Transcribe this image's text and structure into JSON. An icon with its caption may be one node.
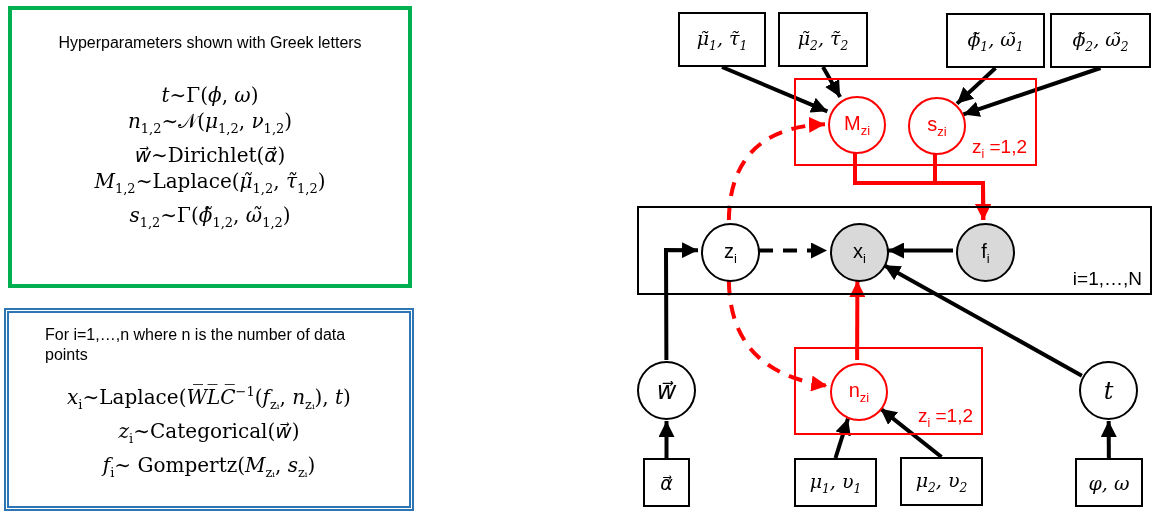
{
  "diagram": {
    "nodes": [
      {
        "text": [
          "Hyperparameters shown with Greek letters",
          "*t*∼Γ(*ϕ*, *ω*)",
          "*n*$_{1,2}$∼𝒩(*μ*$_{1,2}$, *ν*$_{1,2}$)",
          "*w⃗*∼Dirichlet(*α⃗*)",
          "*M*$_{1,2}$∼Laplace(*μ̃*$_{1,2}$, *τ̃*$_{1,2}$)",
          "*s*$_{1,2}$∼Γ(*ϕ̃*$_{1,2}$, *ω̃*$_{1,2}$)"
        ]
      },
      {
        "text": [
          "For i=1,…,n where n is the number of data points",
          "*x*$_{i}$∼Laplace(*W̅L̅C̅*$^{−1}$(*f*$_{zᵢ}$, *n*$_{zᵢ}$), *t*)",
          "*z*$_{i}$∼Categorical(*w⃗*)",
          "*f*$_{i}$∼ Gompertz(*M*$_{zᵢ}$, *s*$_{zᵢ}$)"
        ]
      },
      {
        "text": [
          "μ̃$_{1}$, τ̃$_{1}$"
        ]
      },
      {
        "text": [
          "μ̃$_{2}$, τ̃$_{2}$"
        ]
      },
      {
        "text": [
          "ϕ̃$_{1}$, ω̃$_{1}$"
        ]
      },
      {
        "text": [
          "ϕ̃$_{2}$, ω̃$_{2}$"
        ]
      },
      {
        "text": [
          "z$_{i}$ =1,2"
        ]
      },
      {
        "text": [
          "M$_{zi}$"
        ],
        "in": 6
      },
      {
        "text": [
          "s$_{zi}$"
        ],
        "in": 6
      },
      {
        "text": [
          "i=1,…,N"
        ]
      },
      {
        "text": [
          "z$_{i}$"
        ],
        "in": 9
      },
      {
        "text": [
          "x$_{i}$"
        ],
        "in": 9
      },
      {
        "text": [
          "f$_{i}$"
        ],
        "in": 9
      },
      {
        "text": [
          "w⃗"
        ]
      },
      {
        "text": [
          "z$_{i}$ =1,2"
        ]
      },
      {
        "text": [
          "n$_{zi}$"
        ],
        "in": 14
      },
      {
        "text": [
          "t"
        ]
      },
      {
        "text": [
          "α⃗"
        ]
      },
      {
        "text": [
          "μ$_{1}$, υ$_{1}$"
        ]
      },
      {
        "text": [
          "μ$_{2}$, υ$_{2}$"
        ]
      },
      {
        "text": [
          "φ, ω"
        ]
      }
    ],
    "edges": [
      {
        "from": 2,
        "to": 7,
        "arrow": "to"
      },
      {
        "from": 3,
        "to": 7,
        "arrow": "to"
      },
      {
        "from": 4,
        "to": 8,
        "arrow": "to"
      },
      {
        "from": 5,
        "to": 8,
        "arrow": "to"
      },
      {
        "from": 7,
        "to": 12,
        "arrow": "to",
        "color": "#ff0000"
      },
      {
        "from": 8,
        "to": 12,
        "arrow": "to",
        "color": "#ff0000"
      },
      {
        "from": 10,
        "to": 7,
        "arrow": "to",
        "style": "dashed",
        "color": "#ff0000"
      },
      {
        "from": 10,
        "to": 15,
        "arrow": "to",
        "style": "dashed",
        "color": "#ff0000"
      },
      {
        "from": 10,
        "to": 11,
        "arrow": "to",
        "style": "dashed"
      },
      {
        "from": 12,
        "to": 11,
        "arrow": "to"
      },
      {
        "from": 15,
        "to": 11,
        "arrow": "to",
        "color": "#ff0000"
      },
      {
        "from": 16,
        "to": 11,
        "arrow": "to"
      },
      {
        "from": 13,
        "to": 10,
        "arrow": "to"
      },
      {
        "from": 17,
        "to": 13,
        "arrow": "to"
      },
      {
        "from": 18,
        "to": 15,
        "arrow": "to"
      },
      {
        "from": 19,
        "to": 15,
        "arrow": "to"
      },
      {
        "from": 20,
        "to": 16,
        "arrow": "to"
      }
    ]
  }
}
